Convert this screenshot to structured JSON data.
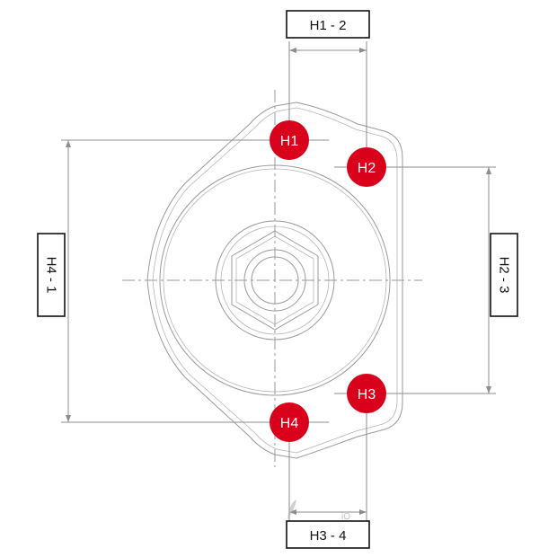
{
  "drawing": {
    "holes": [
      {
        "id": "h1",
        "label": "H1"
      },
      {
        "id": "h2",
        "label": "H2"
      },
      {
        "id": "h3",
        "label": "H3"
      },
      {
        "id": "h4",
        "label": "H4"
      }
    ],
    "dimensions": {
      "top": "H1 - 2",
      "bottom": "H3 - 4",
      "left": "H4 - 1",
      "right": "H2 - 3"
    },
    "watermark": "iO",
    "colors": {
      "hole_fill": "#d9001b",
      "line": "#9a9a9a",
      "box_border": "#111111"
    }
  }
}
